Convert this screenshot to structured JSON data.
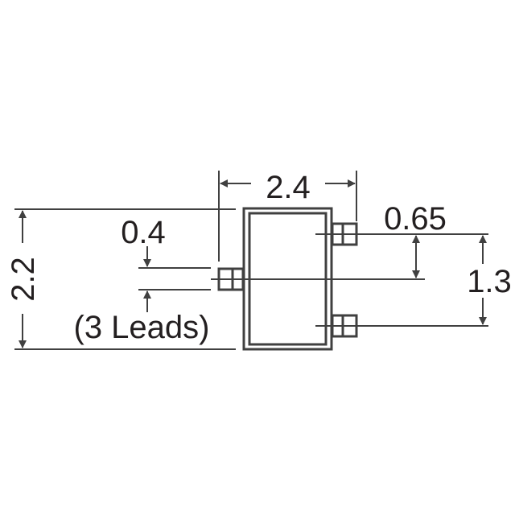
{
  "diagram": {
    "type": "package-outline",
    "description": "3-lead surface mount package footprint with dimensions",
    "units_implied": "mm",
    "colors": {
      "line": "#404040",
      "text": "#231f20",
      "background": "#ffffff"
    },
    "dimensions": {
      "body_width": "2.4",
      "overall_height": "2.2",
      "lead_width": "0.4",
      "lead_width_note": "(3 Leads)",
      "lead_pitch_half": "0.65",
      "lead_pitch": "1.3"
    },
    "leads": [
      {
        "id": "left-lead",
        "side": "left"
      },
      {
        "id": "right-top-lead",
        "side": "right"
      },
      {
        "id": "right-bottom-lead",
        "side": "right"
      }
    ]
  }
}
